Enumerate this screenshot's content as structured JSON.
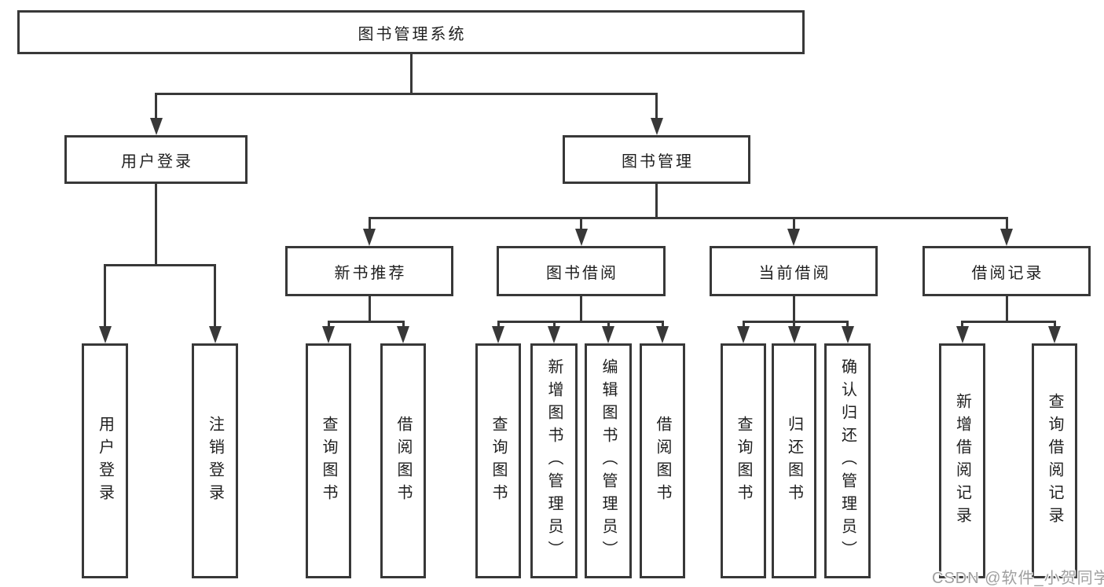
{
  "diagram_title": "图书管理系统",
  "nodes": {
    "root": {
      "label": "图书管理系统"
    },
    "user_login": {
      "label": "用户登录"
    },
    "book_mgmt": {
      "label": "图书管理"
    },
    "new_book": {
      "label": "新书推荐"
    },
    "book_borrow": {
      "label": "图书借阅"
    },
    "current_borrow": {
      "label": "当前借阅"
    },
    "borrow_record": {
      "label": "借阅记录"
    },
    "leaf_user_login": {
      "label": "用户登录"
    },
    "leaf_logout": {
      "label": "注销登录"
    },
    "leaf_newbook_query": {
      "label": "查询图书"
    },
    "leaf_newbook_borrow": {
      "label": "借阅图书"
    },
    "leaf_borrow_query": {
      "label": "查询图书"
    },
    "leaf_borrow_add": {
      "label": "新增图书（管理员）"
    },
    "leaf_borrow_edit": {
      "label": "编辑图书（管理员）"
    },
    "leaf_borrow_borrow": {
      "label": "借阅图书"
    },
    "leaf_current_query": {
      "label": "查询图书"
    },
    "leaf_current_return": {
      "label": "归还图书"
    },
    "leaf_current_confirm": {
      "label": "确认归还（管理员）"
    },
    "leaf_record_add": {
      "label": "新增借阅记录"
    },
    "leaf_record_query": {
      "label": "查询借阅记录"
    }
  },
  "watermark": "CSDN @软件_小贺同学",
  "colors": {
    "line": "#383838",
    "text": "#1f1f1f",
    "watermark": "#9f9f9f",
    "background": "#ffffff"
  }
}
